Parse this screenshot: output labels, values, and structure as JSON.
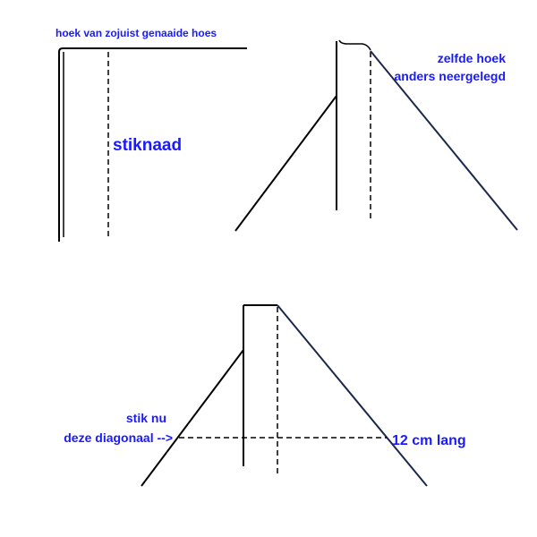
{
  "colors": {
    "label": "#1a1aff",
    "line": "#000000",
    "diagonal_right": "#1b2a4a"
  },
  "figure1": {
    "title": "hoek van zojuist genaaide hoes",
    "seam_label": "stiknaad"
  },
  "figure2": {
    "label_line1": "zelfde hoek",
    "label_line2": "anders neergelegd"
  },
  "figure3": {
    "left_label_line1": "stik nu",
    "left_label_line2": "deze diagonaal -->",
    "right_label": "12 cm lang"
  }
}
